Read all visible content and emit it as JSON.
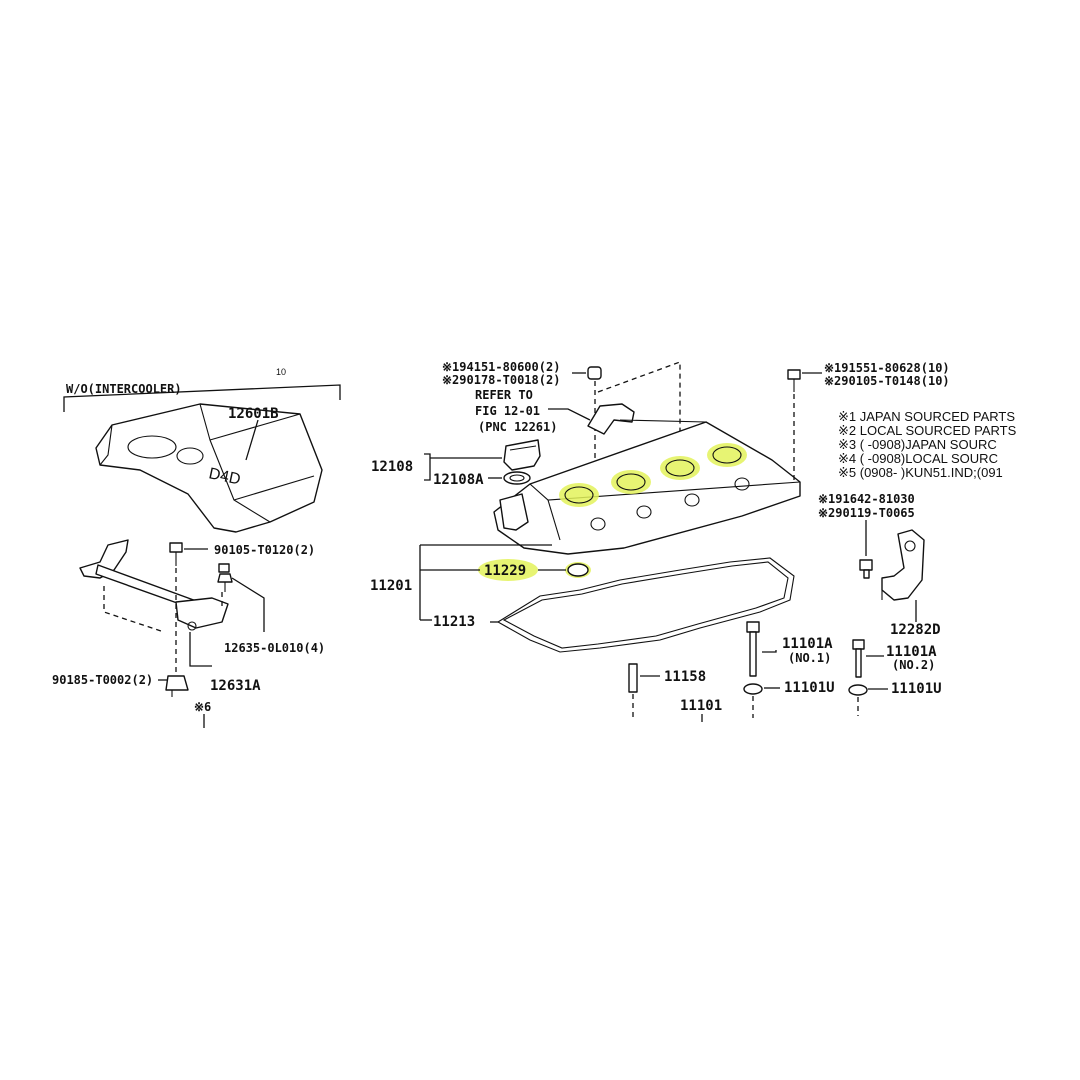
{
  "diagram": {
    "header_label": "W/O(INTERCOOLER)",
    "header_mark": "10",
    "highlight_color": "#e3f25a",
    "labels": {
      "p12601b": "12601B",
      "p90105": "90105-T0120(2)",
      "p12635": "12635-0L010(4)",
      "p90185": "90185-T0002(2)",
      "p12631a": "12631A",
      "note6": "※6",
      "p194151": "※194151-80600(2)",
      "p290178": "※290178-T0018(2)",
      "refer1": "REFER TO",
      "refer2": "FIG 12-01",
      "refer3": "(PNC 12261)",
      "p12108": "12108",
      "p12108a": "12108A",
      "p11229": "11229",
      "p11201": "11201",
      "p11213": "11213",
      "p191551": "※191551-80628(10)",
      "p290105": "※290105-T0148(10)",
      "p191642": "※191642-81030",
      "p290119": "※290119-T0065",
      "p12282d": "12282D",
      "p11101a_1": "11101A",
      "p11101a_1_sub": "(NO.1)",
      "p11101a_2": "11101A",
      "p11101a_2_sub": "(NO.2)",
      "p11101u_1": "11101U",
      "p11101u_2": "11101U",
      "p11158": "11158",
      "p11101": "11101",
      "logo_text": "D4D"
    },
    "legend": [
      "※1 JAPAN SOURCED PARTS",
      "※2 LOCAL SOURCED PARTS",
      "※3 (      -0908)JAPAN SOURC",
      "※4 (      -0908)LOCAL SOURC",
      "※5 (0908-        )KUN51.IND;(091"
    ]
  }
}
